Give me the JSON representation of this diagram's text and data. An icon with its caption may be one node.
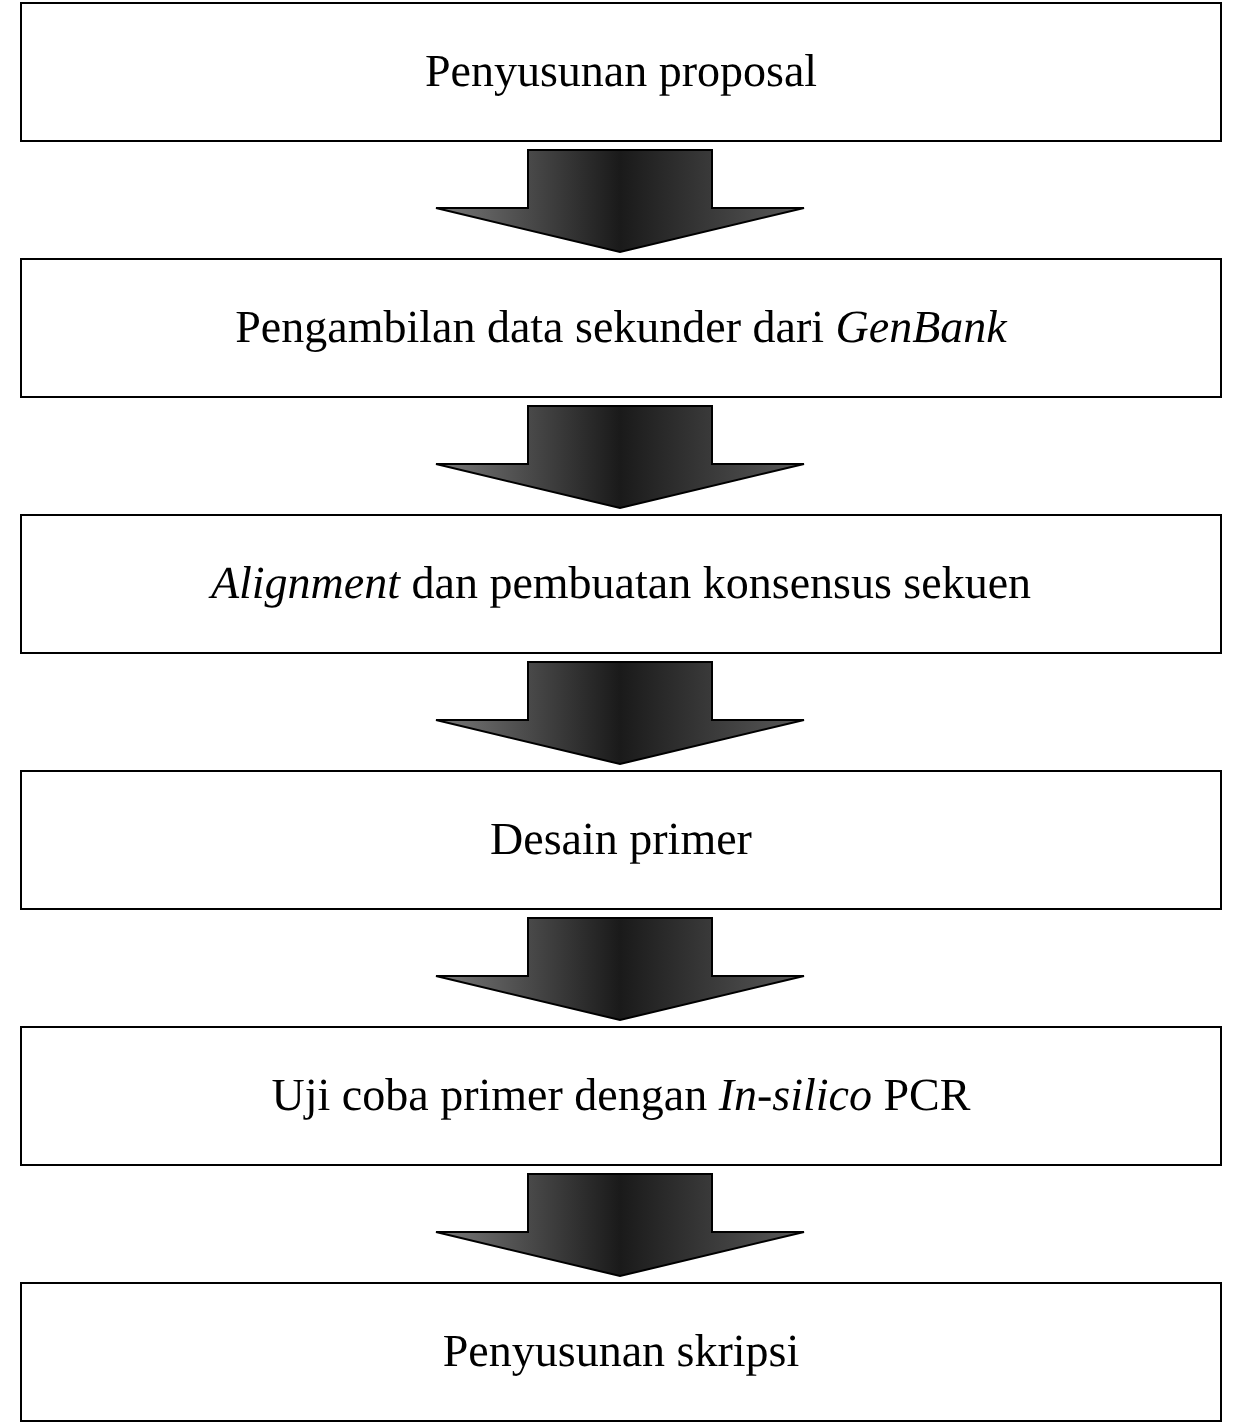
{
  "diagram": {
    "nodes": [
      {
        "text": [
          "Penyusunan proposal"
        ]
      },
      {
        "text": [
          "Pengambilan data sekunder dari *GenBank*"
        ]
      },
      {
        "text": [
          "*Alignment* dan pembuatan konsensus sekuen"
        ]
      },
      {
        "text": [
          "Desain primer"
        ]
      },
      {
        "text": [
          "Uji coba primer dengan *In-silico* PCR"
        ]
      },
      {
        "text": [
          "Penyusunan skripsi"
        ]
      }
    ],
    "edges": [
      {
        "from": 0,
        "to": 1,
        "arrow": "to"
      },
      {
        "from": 1,
        "to": 2,
        "arrow": "to"
      },
      {
        "from": 2,
        "to": 3,
        "arrow": "to"
      },
      {
        "from": 3,
        "to": 4,
        "arrow": "to"
      },
      {
        "from": 4,
        "to": 5,
        "arrow": "to"
      }
    ]
  }
}
